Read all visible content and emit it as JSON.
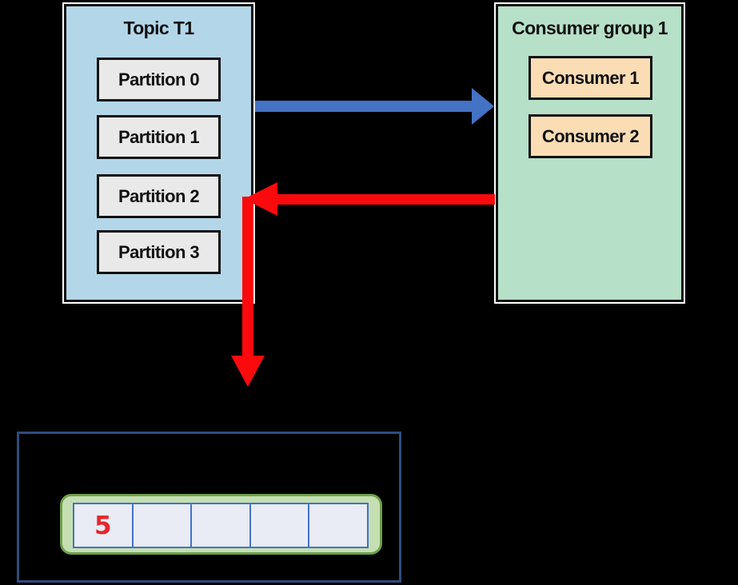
{
  "diagram": {
    "topic": {
      "title": "Topic T1",
      "partitions": [
        "Partition 0",
        "Partition 1",
        "Partition 2",
        "Partition 3"
      ]
    },
    "consumer_group": {
      "title": "Consumer group 1",
      "consumers": [
        "Consumer 1",
        "Consumer 2"
      ]
    },
    "offset_storage": {
      "cells": [
        "5",
        "",
        "",
        "",
        ""
      ]
    }
  },
  "colors": {
    "background": "#000000",
    "topic_fill": "#B3D7E9",
    "partition_fill": "#E9E9E9",
    "group_fill": "#B7E0C8",
    "consumer_fill": "#FBDDB5",
    "box_border": "#111111",
    "box_outline": "#FFFFFF",
    "arrow_blue": "#4472C4",
    "arrow_red": "#FA0A0D",
    "storage_border": "#2E4C7E",
    "segment_fill": "#C5DFB3",
    "segment_border": "#6FA04A",
    "cell_fill": "#E9EBF5",
    "cell_border": "#4472C4",
    "offset_number": "#E3262C"
  }
}
